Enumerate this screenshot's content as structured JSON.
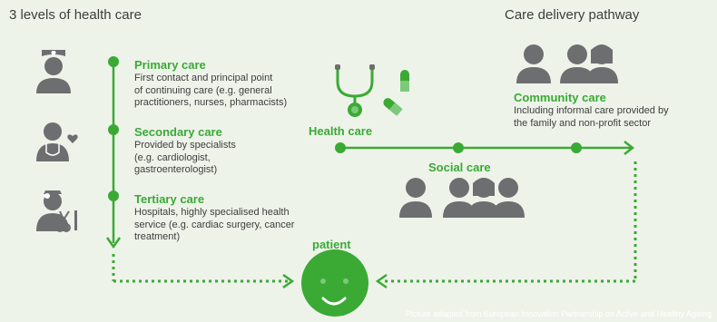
{
  "left_title": "3 levels of health care",
  "right_title": "Care delivery pathway",
  "levels": [
    {
      "heading": "Primary care",
      "lines": [
        "First contact and principal point",
        "of continuing care (e.g. general",
        "practitioners, nurses, pharmacists)"
      ]
    },
    {
      "heading": "Secondary care",
      "lines": [
        "Provided by specialists",
        "(e.g. cardiologist,",
        "gastroenterologist)"
      ]
    },
    {
      "heading": "Tertiary care",
      "lines": [
        "Hospitals, highly specialised health",
        "service (e.g. cardiac surgery, cancer",
        "treatment)"
      ]
    }
  ],
  "pathway": {
    "health_care": "Health care",
    "social_care": "Social care",
    "community_heading": "Community care",
    "community_lines": [
      "Including informal care provided by",
      "the family and non-profit sector"
    ]
  },
  "patient_label": "patient",
  "credit": "Picture adapted from European Innovation Partnership on Active and Healthy Ageing",
  "colors": {
    "green": "#3aaa35",
    "gray": "#6d6e70",
    "background": "#eef3ea"
  }
}
